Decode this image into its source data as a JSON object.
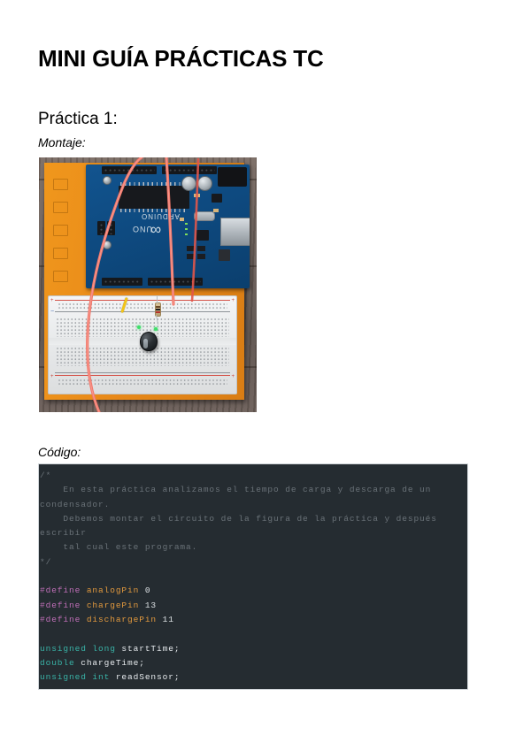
{
  "document": {
    "title": "MINI GUÍA PRÁCTICAS TC",
    "section_heading": "Práctica 1:",
    "labels": {
      "montaje": "Montaje:",
      "codigo": "Código:"
    }
  },
  "photo": {
    "name": "arduino-breadboard-photo",
    "alt": "Montaje con placa Arduino UNO sobre base naranja y protoboard con condensador y resistencia",
    "board_silk": {
      "brand": "ARDUINO",
      "model": "UNO",
      "logo": "∞"
    },
    "colors": {
      "plate": "#e8891a",
      "board": "#0e4a80",
      "breadboard": "#e7e9ea",
      "wire_red": "#f26a5e",
      "wire_yellow": "#f2c418",
      "desk": "#6b5f59"
    }
  },
  "code": {
    "language": "arduino",
    "background": "#252c31",
    "theme_colors": {
      "comment": "#6a7278",
      "preprocessor": "#c06fb8",
      "identifier": "#e39a3e",
      "keyword": "#39b3a7",
      "variable": "#e6eaed",
      "number": "#dfe4e7"
    },
    "lines": [
      [
        {
          "t": "/*",
          "c": "cm"
        }
      ],
      [
        {
          "t": "    En esta práctica analizamos el tiempo de carga y descarga de un",
          "c": "cm"
        }
      ],
      [
        {
          "t": "condensador.",
          "c": "cm"
        }
      ],
      [
        {
          "t": "    Debemos montar el circuito de la figura de la práctica y después",
          "c": "cm"
        }
      ],
      [
        {
          "t": "escribir",
          "c": "cm"
        }
      ],
      [
        {
          "t": "    tal cual este programa.",
          "c": "cm"
        }
      ],
      [
        {
          "t": "*/",
          "c": "cm"
        }
      ],
      [],
      [
        {
          "t": "#define ",
          "c": "pp"
        },
        {
          "t": "analogPin ",
          "c": "id"
        },
        {
          "t": "0",
          "c": "num"
        }
      ],
      [
        {
          "t": "#define ",
          "c": "pp"
        },
        {
          "t": "chargePin ",
          "c": "id"
        },
        {
          "t": "13",
          "c": "num"
        }
      ],
      [
        {
          "t": "#define ",
          "c": "pp"
        },
        {
          "t": "dischargePin ",
          "c": "id"
        },
        {
          "t": "11",
          "c": "num"
        }
      ],
      [],
      [
        {
          "t": "unsigned long ",
          "c": "kw"
        },
        {
          "t": "startTime;",
          "c": "var"
        }
      ],
      [
        {
          "t": "double ",
          "c": "kw"
        },
        {
          "t": "chargeTime;",
          "c": "var"
        }
      ],
      [
        {
          "t": "unsigned int ",
          "c": "kw"
        },
        {
          "t": "readSensor;",
          "c": "var"
        }
      ]
    ]
  }
}
